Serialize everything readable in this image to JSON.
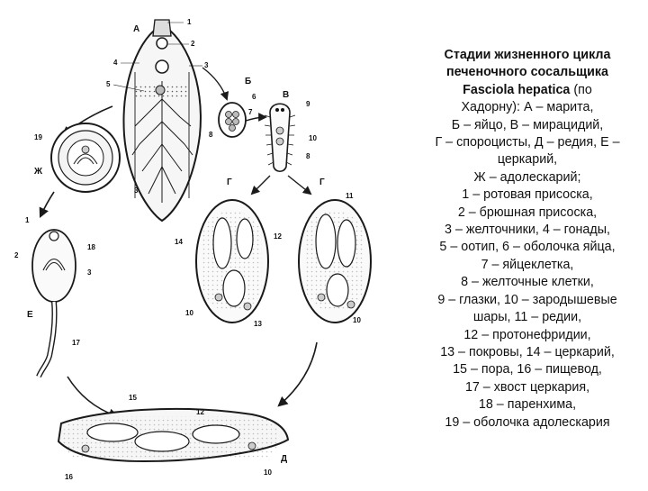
{
  "caption": {
    "title_line1": "Стадии жизненного цикла",
    "title_line2": "печеночного сосальщика",
    "title_line3": "Fasciola hepatica",
    "lines": [
      "(по",
      "Хадорну): А – марита,",
      "Б – яйцо, В – мирацидий,",
      "Г – спороцисты, Д – редия, Е –",
      "церкарий,",
      "Ж – адолескарий;",
      "1 – ротовая присоска,",
      "2 – брюшная присоска,",
      "3 – желточники, 4 – гонады,",
      "5 – оотип, 6 – оболочка яйца,",
      "7 – яйцеклетка,",
      "8 – желточные клетки,",
      "9 – глазки, 10 – зародышевые",
      "шары, 11 – редии,",
      "12 – протонефридии,",
      "13 – покровы, 14 – церкарий,",
      "15 – пора, 16 – пищевод,",
      "17 – хвост церкария,",
      "18 – паренхима,",
      "19 – оболочка адолескария"
    ]
  },
  "figure": {
    "stage_letters": {
      "A": "А",
      "B": "Б",
      "V": "В",
      "G1": "Г",
      "G2": "Г",
      "E": "Е",
      "D": "Д",
      "Zh": "Ж"
    },
    "numbers": {
      "n1": "1",
      "n2": "2",
      "n3": "3",
      "n4": "4",
      "n5": "5",
      "n3b": "3",
      "n6": "6",
      "n7": "7",
      "n8": "8",
      "n9": "9",
      "n10": "10",
      "n8b": "8",
      "n19": "19",
      "n14": "14",
      "n10b": "10",
      "n13": "13",
      "n11": "11",
      "n12": "12",
      "n10c": "10",
      "e1": "1",
      "e2": "2",
      "e18": "18",
      "e3": "3",
      "e17": "17",
      "n15": "15",
      "n12b": "12",
      "n16": "16",
      "n10d": "10"
    }
  }
}
